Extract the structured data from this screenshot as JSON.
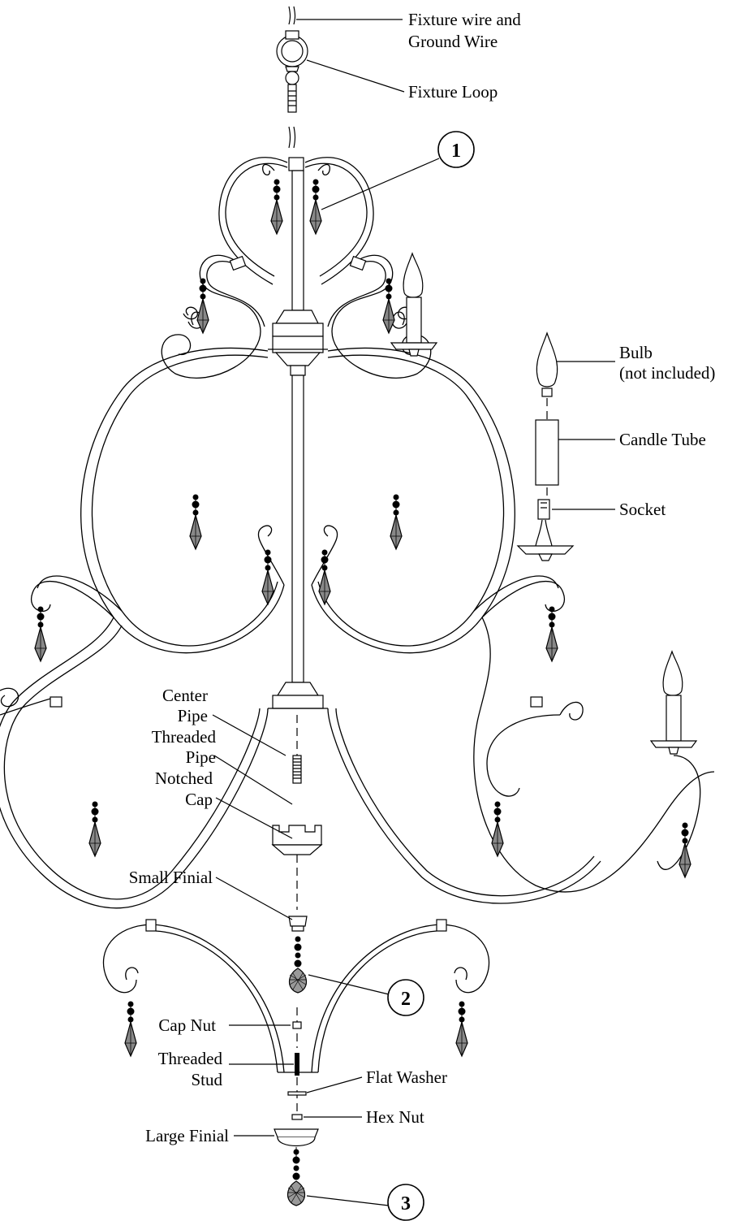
{
  "labels": {
    "fixture_wire_line1": "Fixture wire and",
    "fixture_wire_line2": "Ground Wire",
    "fixture_loop": "Fixture Loop",
    "bulb_line1": "Bulb",
    "bulb_line2": "(not included)",
    "candle_tube": "Candle Tube",
    "socket": "Socket",
    "center_pipe_line1": "Center",
    "center_pipe_line2": "Pipe",
    "threaded_pipe_line1": "Threaded",
    "threaded_pipe_line2": "Pipe",
    "notched_cap_line1": "Notched",
    "notched_cap_line2": "Cap",
    "small_finial": "Small Finial",
    "cap_nut": "Cap Nut",
    "threaded_stud_line1": "Threaded",
    "threaded_stud_line2": "Stud",
    "flat_washer": "Flat Washer",
    "hex_nut": "Hex Nut",
    "large_finial": "Large Finial"
  },
  "callouts": {
    "one": "1",
    "two": "2",
    "three": "3"
  }
}
